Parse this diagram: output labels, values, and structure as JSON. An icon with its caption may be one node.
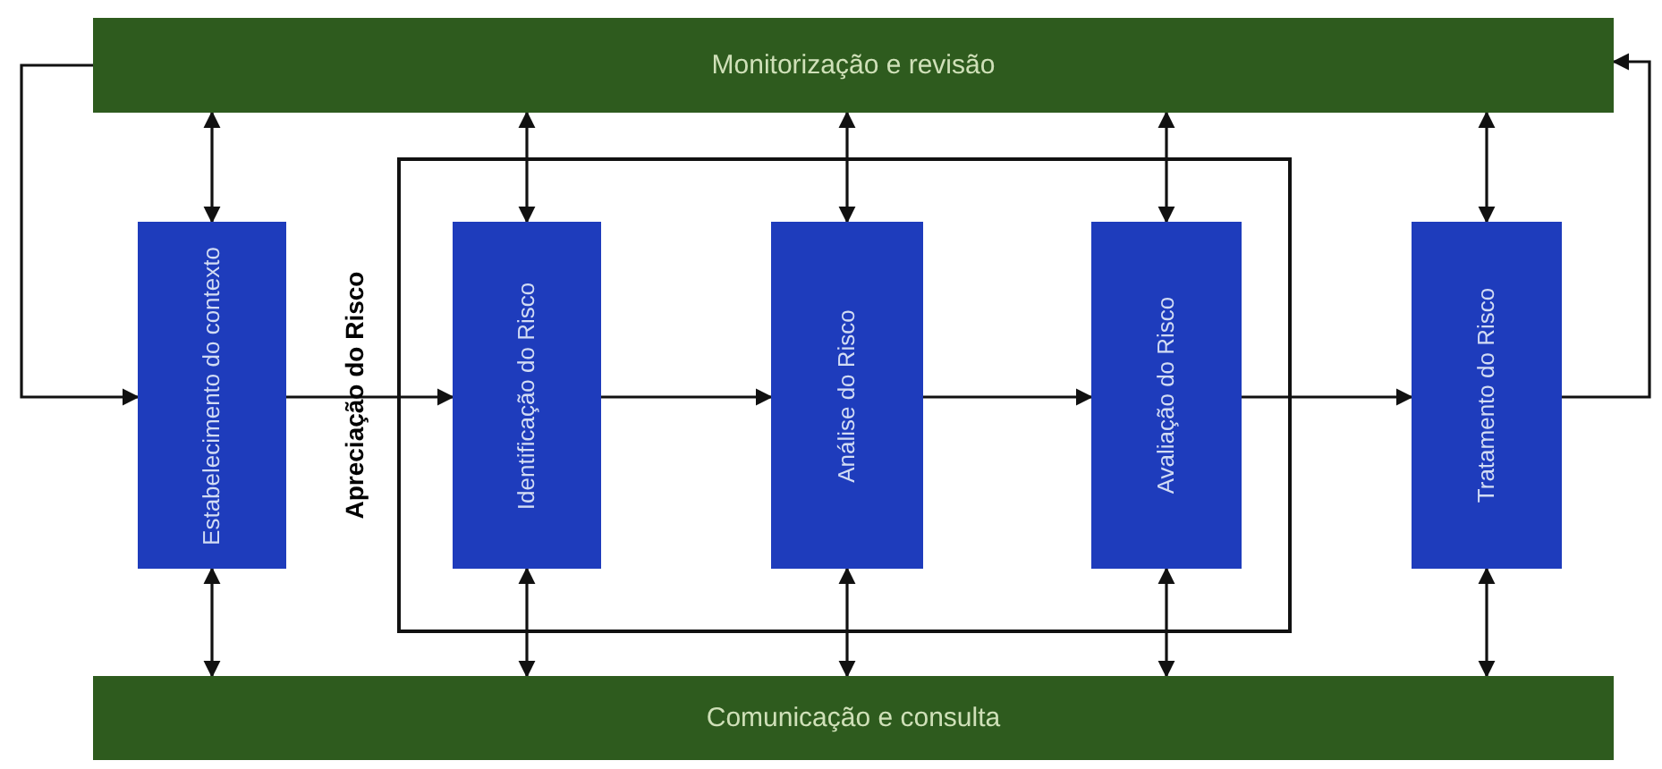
{
  "diagram": {
    "nodes": [
      {
        "text": [
          "Monitorização e revisão"
        ]
      },
      {
        "text": [
          "Apreciação do Risco"
        ]
      },
      {
        "text": [
          "Estabelecimento do contexto"
        ]
      },
      {
        "text": [
          "Identificação do Risco"
        ],
        "in": 1
      },
      {
        "text": [
          "Análise do Risco"
        ],
        "in": 1
      },
      {
        "text": [
          "Avaliação do Risco"
        ],
        "in": 1
      },
      {
        "text": [
          "Tratamento do Risco"
        ]
      },
      {
        "text": [
          "Comunicação e consulta"
        ]
      }
    ],
    "edges": [
      {
        "from": 0,
        "to": 2,
        "arrow": "to"
      },
      {
        "from": 2,
        "to": 3,
        "arrow": "to"
      },
      {
        "from": 3,
        "to": 4,
        "arrow": "to"
      },
      {
        "from": 4,
        "to": 5,
        "arrow": "to"
      },
      {
        "from": 5,
        "to": 6,
        "arrow": "to"
      },
      {
        "from": 6,
        "to": 0,
        "arrow": "to"
      },
      {
        "from": 0,
        "to": 2,
        "arrow": "both"
      },
      {
        "from": 0,
        "to": 3,
        "arrow": "both"
      },
      {
        "from": 0,
        "to": 4,
        "arrow": "both"
      },
      {
        "from": 0,
        "to": 5,
        "arrow": "both"
      },
      {
        "from": 0,
        "to": 6,
        "arrow": "both"
      },
      {
        "from": 2,
        "to": 7,
        "arrow": "both"
      },
      {
        "from": 3,
        "to": 7,
        "arrow": "both"
      },
      {
        "from": 4,
        "to": 7,
        "arrow": "both"
      },
      {
        "from": 5,
        "to": 7,
        "arrow": "both"
      },
      {
        "from": 6,
        "to": 7,
        "arrow": "both"
      }
    ]
  }
}
